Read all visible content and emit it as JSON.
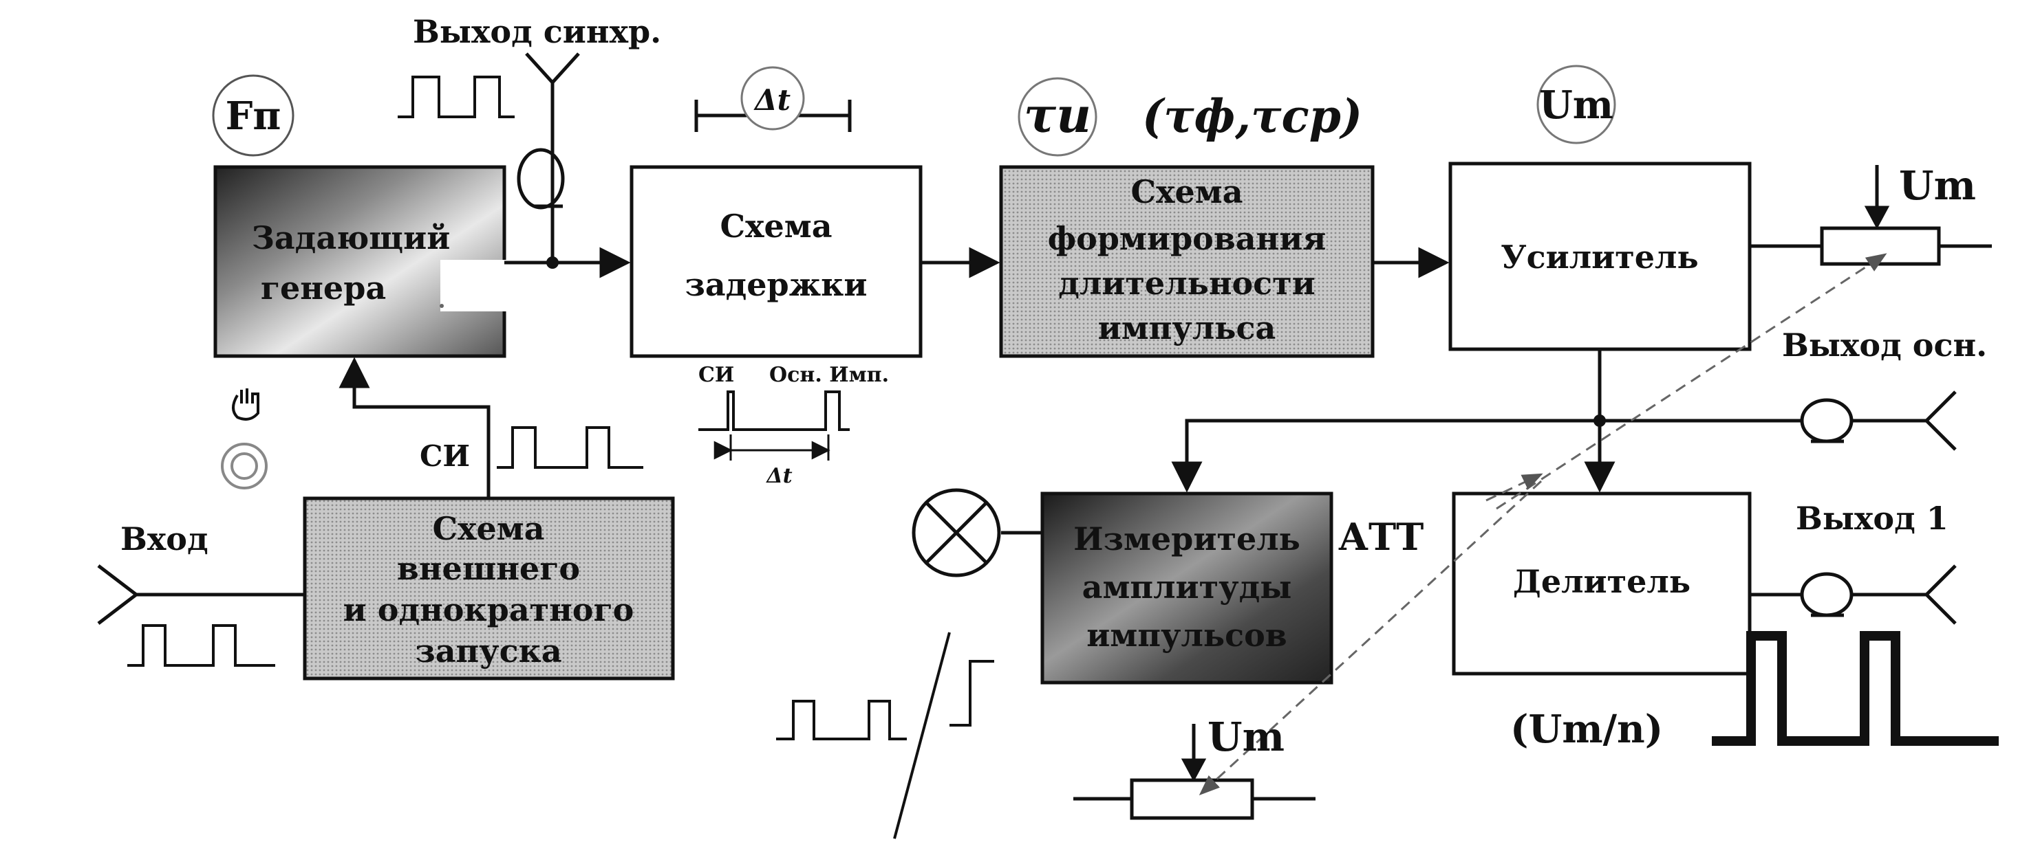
{
  "blocks": {
    "generator": {
      "lines": [
        "Задающий",
        "генера"
      ]
    },
    "delay": {
      "lines": [
        "Схема",
        "задержки"
      ]
    },
    "former": {
      "lines": [
        "Схема",
        "формирования",
        "длительности",
        "импульса"
      ]
    },
    "amplifier": {
      "lines": [
        "Усилитель"
      ]
    },
    "divider": {
      "lines": [
        "Делитель"
      ]
    },
    "meter": {
      "lines": [
        "Измеритель",
        "амплитуды",
        "импульсов"
      ]
    },
    "trigger": {
      "lines": [
        "Схема",
        "внешнего",
        "и однократного",
        "запуска"
      ]
    }
  },
  "params": {
    "fp": "Fп",
    "dt": "Δt",
    "tau_main": "τи",
    "tau_extra": "(τф,τср)",
    "um": "Um"
  },
  "labels": {
    "sync_out": "Выход синхр.",
    "main_out": "Выход осн.",
    "out1": "Выход 1",
    "input": "Вход",
    "si": "СИ",
    "si_small": "СИ",
    "osn_imp": "Осн. Имп.",
    "dt_small": "Δt",
    "um_right": "Um",
    "um_bottom": "Um",
    "att": "АТТ",
    "um_n": "(Um/n)"
  }
}
